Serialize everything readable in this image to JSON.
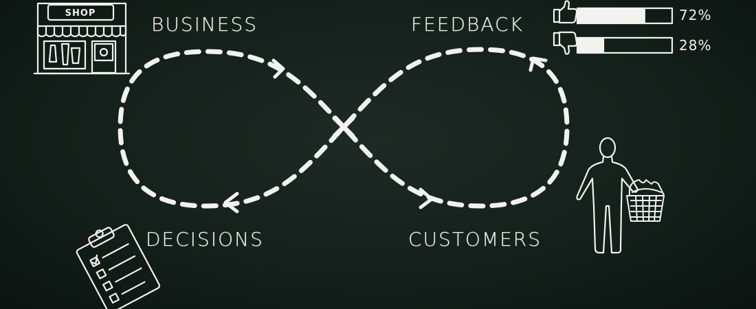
{
  "labels": {
    "business": "BUSINESS",
    "feedback": "FEEDBACK",
    "decisions": "DECISIONS",
    "customers": "CUSTOMERS"
  },
  "shop_sign": "SHOP",
  "feedback_bars": [
    {
      "icon": "thumbs-up-icon",
      "percent_text": "72%",
      "fill_fraction": 0.72
    },
    {
      "icon": "thumbs-down-icon",
      "percent_text": "28%",
      "fill_fraction": 0.28
    }
  ],
  "colors": {
    "background": "#14201b",
    "chalk": "#f2f2ee"
  }
}
